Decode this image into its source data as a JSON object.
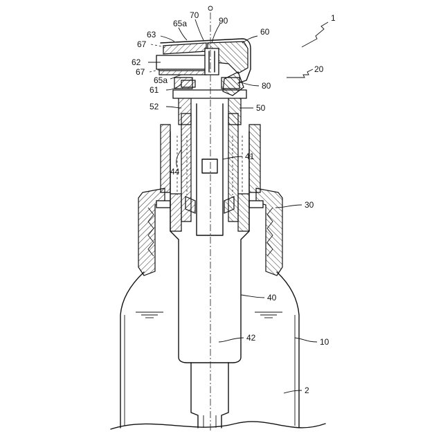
{
  "diagram": {
    "labels": [
      {
        "id": "1",
        "text": "1"
      },
      {
        "id": "20",
        "text": "20"
      },
      {
        "id": "30",
        "text": "30"
      },
      {
        "id": "10",
        "text": "10"
      },
      {
        "id": "2",
        "text": "2"
      },
      {
        "id": "40",
        "text": "40"
      },
      {
        "id": "42",
        "text": "42"
      },
      {
        "id": "41",
        "text": "41"
      },
      {
        "id": "44",
        "text": "44"
      },
      {
        "id": "50",
        "text": "50"
      },
      {
        "id": "52",
        "text": "52"
      },
      {
        "id": "61",
        "text": "61"
      },
      {
        "id": "62",
        "text": "62"
      },
      {
        "id": "63",
        "text": "63"
      },
      {
        "id": "65a_top",
        "text": "65a"
      },
      {
        "id": "65a_bottom",
        "text": "65a"
      },
      {
        "id": "67_top",
        "text": "67"
      },
      {
        "id": "67_bottom",
        "text": "67"
      },
      {
        "id": "70",
        "text": "70"
      },
      {
        "id": "90",
        "text": "90"
      },
      {
        "id": "60",
        "text": "60"
      },
      {
        "id": "80",
        "text": "80"
      },
      {
        "id": "axis",
        "text": "O"
      }
    ]
  }
}
